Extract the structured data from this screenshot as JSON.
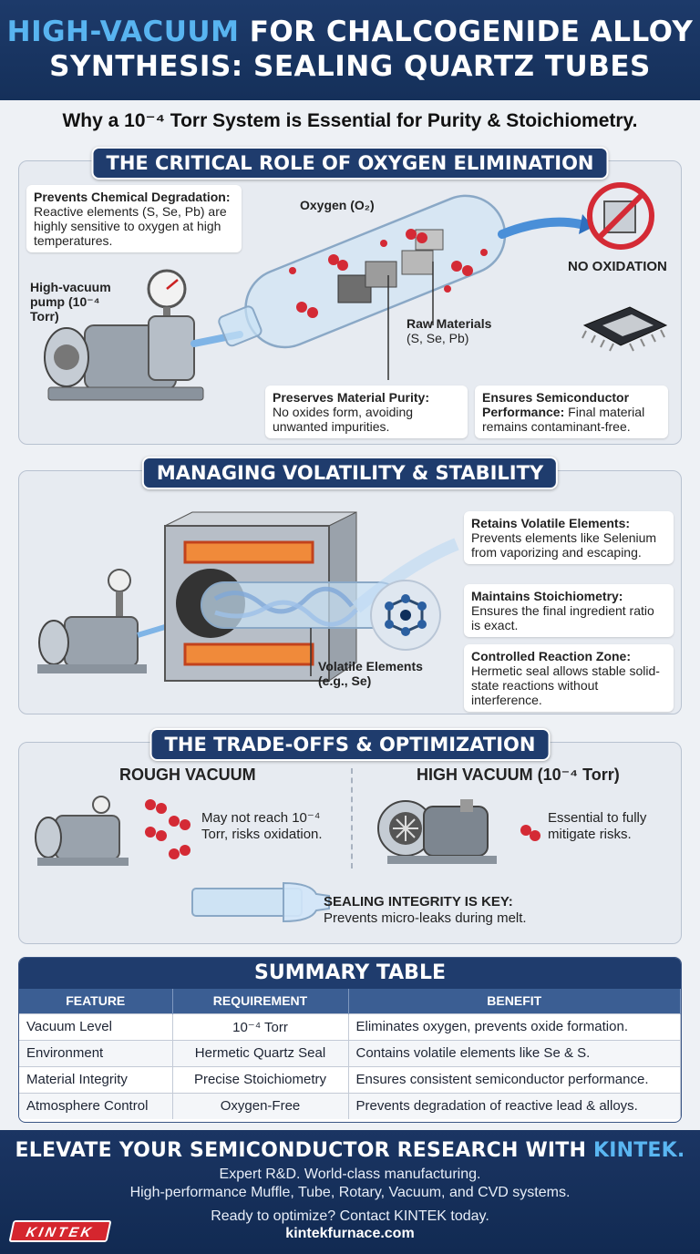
{
  "header": {
    "title_part1": "High-Vacuum",
    "title_part2": " for Chalcogenide Alloy",
    "title_line2": "Synthesis: Sealing Quartz Tubes"
  },
  "subtitle": "Why a 10⁻⁴ Torr System is Essential for Purity & Stoichiometry.",
  "section1": {
    "title": "The Critical Role of Oxygen Elimination",
    "degradation_title": "Prevents Chemical Degradation:",
    "degradation_text": "Reactive elements (S, Se, Pb) are highly sensitive to oxygen at high temperatures.",
    "oxygen_label": "Oxygen (O₂)",
    "pump_label": "High-vacuum pump (10⁻⁴ Torr)",
    "raw_materials_title": "Raw Materials",
    "raw_materials_text": "(S, Se, Pb)",
    "no_oxidation": "NO OXIDATION",
    "purity_title": "Preserves Material Purity:",
    "purity_text": "No oxides form, avoiding unwanted impurities.",
    "semi_title": "Ensures Semiconductor Performance:",
    "semi_text": "Final material remains contaminant-free."
  },
  "section2": {
    "title": "Managing Volatility & Stability",
    "volatile_label_title": "Volatile Elements",
    "volatile_label_text": "(e.g., Se)",
    "callouts": [
      {
        "title": "Retains Volatile Elements:",
        "text": "Prevents elements like Selenium from vaporizing and escaping."
      },
      {
        "title": "Maintains Stoichiometry:",
        "text": "Ensures the final ingredient ratio is exact."
      },
      {
        "title": "Controlled Reaction Zone:",
        "text": "Hermetic seal allows stable solid-state reactions without interference."
      }
    ]
  },
  "section3": {
    "title": "The Trade-Offs & Optimization",
    "rough_title": "ROUGH VACUUM",
    "rough_text": "May not reach 10⁻⁴ Torr, risks oxidation.",
    "high_title": "HIGH VACUUM (10⁻⁴ Torr)",
    "high_text": "Essential to fully mitigate risks.",
    "sealing_title": "SEALING INTEGRITY IS KEY:",
    "sealing_text": "Prevents micro-leaks during melt."
  },
  "table": {
    "title": "SUMMARY TABLE",
    "headers": [
      "FEATURE",
      "REQUIREMENT",
      "BENEFIT"
    ],
    "rows": [
      [
        "Vacuum Level",
        "10⁻⁴ Torr",
        "Eliminates oxygen, prevents oxide formation."
      ],
      [
        "Environment",
        "Hermetic Quartz Seal",
        "Contains volatile elements like Se & S."
      ],
      [
        "Material Integrity",
        "Precise Stoichiometry",
        "Ensures consistent semiconductor performance."
      ],
      [
        "Atmosphere Control",
        "Oxygen-Free",
        "Prevents degradation of reactive lead & alloys."
      ]
    ]
  },
  "footer": {
    "cta_part1": "Elevate Your Semiconductor Research with ",
    "cta_brand": "KINTEK.",
    "line1": "Expert R&D. World-class manufacturing.",
    "line2": "High-performance Muffle, Tube, Rotary, Vacuum, and CVD systems.",
    "line3": "Ready to optimize? Contact KINTEK today.",
    "url": "kintekfurnace.com",
    "logo": "KINTEK"
  },
  "colors": {
    "navy": "#1f3c6d",
    "accent_blue": "#58b4f0",
    "oxygen_red": "#d42a35",
    "brand_red": "#d5262e"
  }
}
